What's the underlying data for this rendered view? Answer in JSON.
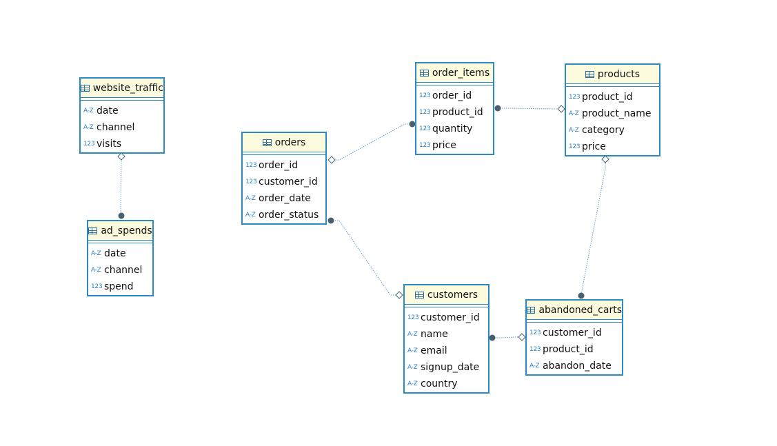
{
  "colors": {
    "border": "#2a8ac4",
    "header_bg": "#fdfbdd",
    "line": "#5aa0cc",
    "marker": "#46606f"
  },
  "type_icons": {
    "text": "A-Z",
    "number": "123"
  },
  "entities": [
    {
      "id": "website_traffic",
      "title": "website_traffic",
      "columns": [
        {
          "name": "date",
          "type": "text"
        },
        {
          "name": "channel",
          "type": "text"
        },
        {
          "name": "visits",
          "type": "number"
        }
      ]
    },
    {
      "id": "ad_spends",
      "title": "ad_spends",
      "columns": [
        {
          "name": "date",
          "type": "text"
        },
        {
          "name": "channel",
          "type": "text"
        },
        {
          "name": "spend",
          "type": "number"
        }
      ]
    },
    {
      "id": "orders",
      "title": "orders",
      "columns": [
        {
          "name": "order_id",
          "type": "number"
        },
        {
          "name": "customer_id",
          "type": "number"
        },
        {
          "name": "order_date",
          "type": "text"
        },
        {
          "name": "order_status",
          "type": "text"
        }
      ]
    },
    {
      "id": "order_items",
      "title": "order_items",
      "columns": [
        {
          "name": "order_id",
          "type": "number"
        },
        {
          "name": "product_id",
          "type": "number"
        },
        {
          "name": "quantity",
          "type": "number"
        },
        {
          "name": "price",
          "type": "number"
        }
      ]
    },
    {
      "id": "products",
      "title": "products",
      "columns": [
        {
          "name": "product_id",
          "type": "number"
        },
        {
          "name": "product_name",
          "type": "text"
        },
        {
          "name": "category",
          "type": "text"
        },
        {
          "name": "price",
          "type": "number"
        }
      ]
    },
    {
      "id": "customers",
      "title": "customers",
      "columns": [
        {
          "name": "customer_id",
          "type": "number"
        },
        {
          "name": "name",
          "type": "text"
        },
        {
          "name": "email",
          "type": "text"
        },
        {
          "name": "signup_date",
          "type": "text"
        },
        {
          "name": "country",
          "type": "text"
        }
      ]
    },
    {
      "id": "abandoned_carts",
      "title": "abandoned_carts",
      "columns": [
        {
          "name": "customer_id",
          "type": "number"
        },
        {
          "name": "product_id",
          "type": "number"
        },
        {
          "name": "abandon_date",
          "type": "text"
        }
      ]
    }
  ],
  "relationships": [
    {
      "id": "website_traffic-ad_spends",
      "from": "website_traffic",
      "to": "ad_spends"
    },
    {
      "id": "orders-order_items",
      "from": "orders",
      "to": "order_items"
    },
    {
      "id": "order_items-products",
      "from": "order_items",
      "to": "products"
    },
    {
      "id": "orders-customers",
      "from": "orders",
      "to": "customers"
    },
    {
      "id": "customers-abandoned_carts",
      "from": "customers",
      "to": "abandoned_carts"
    },
    {
      "id": "products-abandoned_carts",
      "from": "products",
      "to": "abandoned_carts"
    }
  ]
}
